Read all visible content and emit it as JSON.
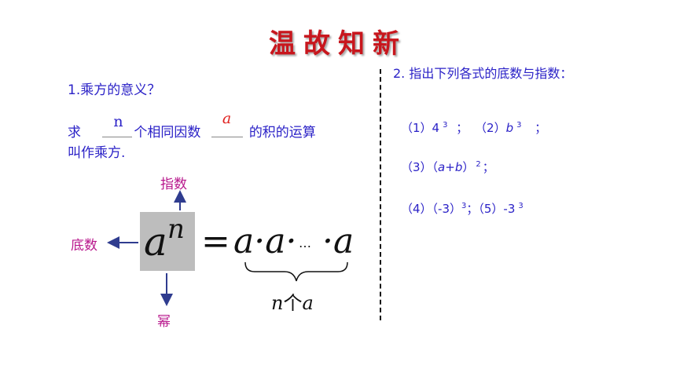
{
  "title": "温故知新",
  "left": {
    "question": "1.乘方的意义？",
    "definition": {
      "prefix": "求",
      "blank1": "n",
      "middle": "个相同因数",
      "blank2": "a",
      "suffix": "的积的运算",
      "line2": "叫作乘方."
    },
    "diagram": {
      "exponent_label": "指数",
      "base_label": "底数",
      "power_label": "幂",
      "base": "a",
      "exponent": "n",
      "equals": "=",
      "expansion_first": "a·a·",
      "ellipsis": "…",
      "expansion_last": "·a",
      "brace_label_n": "n",
      "brace_label_ge": "个",
      "brace_label_a": "a"
    }
  },
  "right": {
    "question": "2. 指出下列各式的底数与指数：",
    "items": [
      {
        "num": "（1）4",
        "sup": "3",
        "sep": "；",
        "num2": "（2）",
        "var": "b",
        "sup2": "3",
        "end": "；"
      },
      {
        "num": "（3）（",
        "var1": "a",
        "plus": "+",
        "var2": "b",
        "close": "）",
        "sup": "2",
        "end": "；"
      },
      {
        "num": "（4）（-3）",
        "sup": "3",
        "sep": "；（5）-3",
        "sup2": "3"
      }
    ]
  },
  "colors": {
    "title": "#c8161d",
    "text": "#2b22c7",
    "label": "#b8178c",
    "arrow": "#2f3c8f",
    "box": "#bdbdbd"
  }
}
